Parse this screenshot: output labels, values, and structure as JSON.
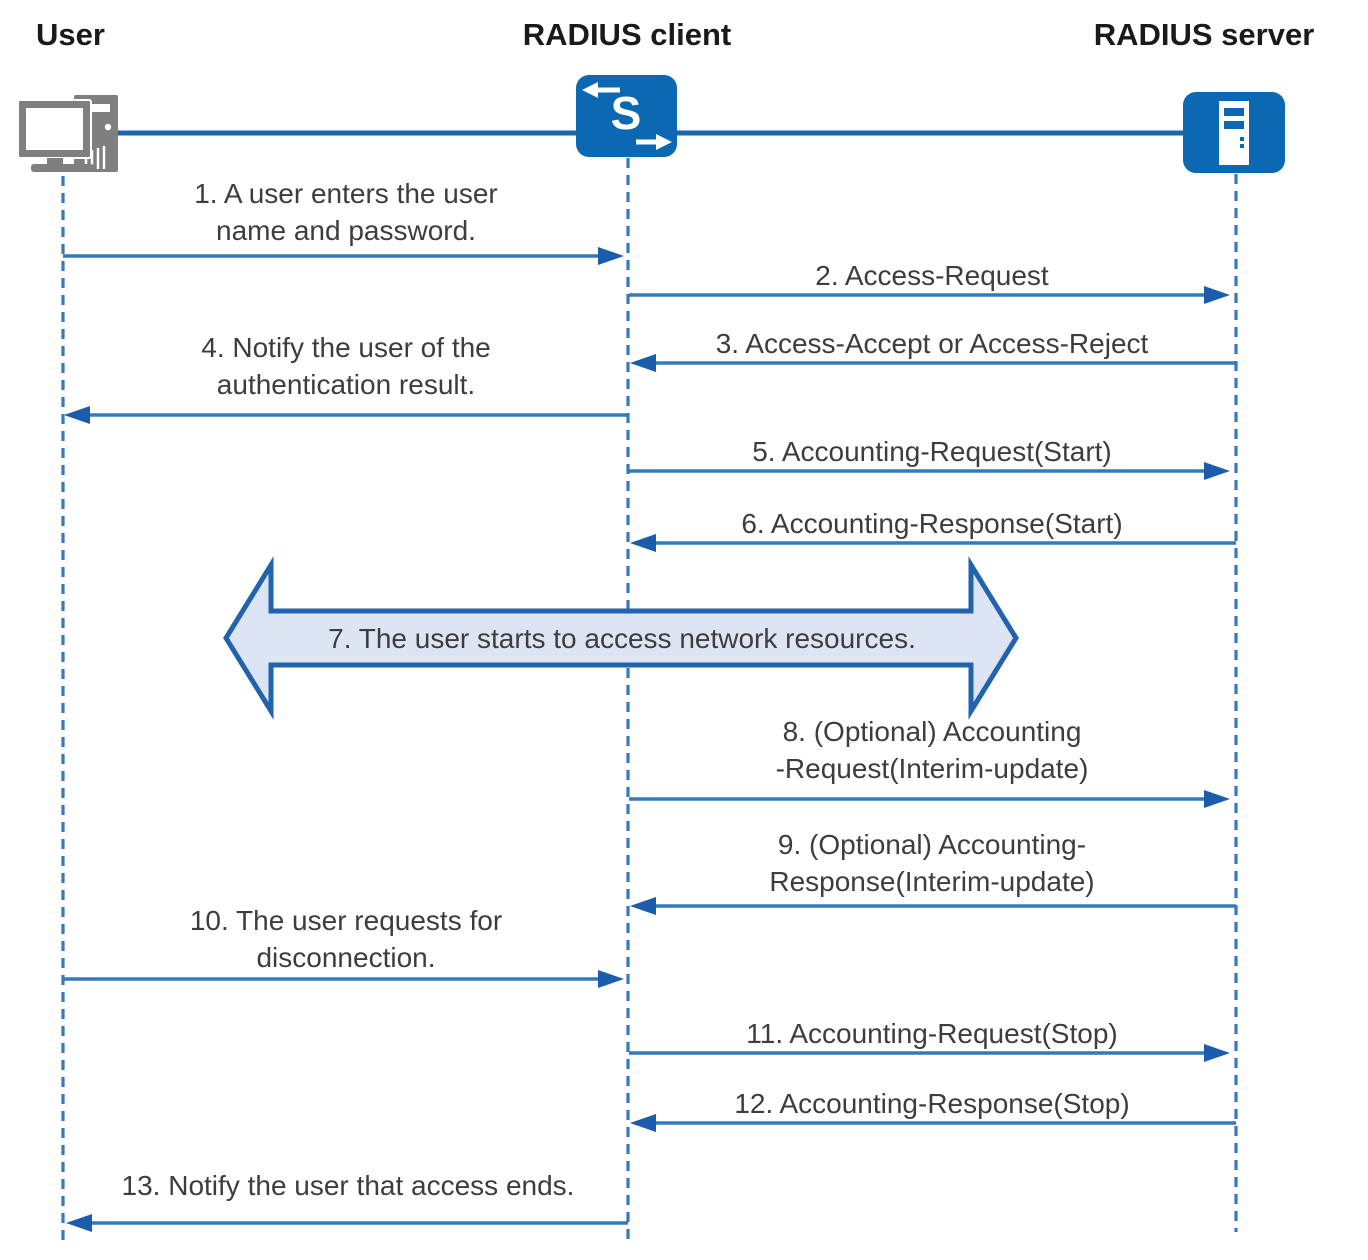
{
  "diagram_type": "sequence-diagram",
  "topic": "RADIUS authentication, authorization and accounting message exchange",
  "actors": [
    {
      "label": "User",
      "icon": "computer-icon"
    },
    {
      "label": "RADIUS client",
      "icon": "switch-icon"
    },
    {
      "label": "RADIUS server",
      "icon": "server-icon"
    }
  ],
  "switch_glyph": "S",
  "messages": [
    {
      "id": 1,
      "from": "user",
      "to": "client",
      "lines": [
        "1. A user enters the user",
        "name and password."
      ]
    },
    {
      "id": 2,
      "from": "client",
      "to": "server",
      "lines": [
        "2. Access-Request"
      ]
    },
    {
      "id": 3,
      "from": "server",
      "to": "client",
      "lines": [
        "3. Access-Accept or Access-Reject"
      ]
    },
    {
      "id": 4,
      "from": "client",
      "to": "user",
      "lines": [
        "4. Notify the user of the",
        "authentication result."
      ]
    },
    {
      "id": 5,
      "from": "client",
      "to": "server",
      "lines": [
        "5. Accounting-Request(Start)"
      ]
    },
    {
      "id": 6,
      "from": "server",
      "to": "client",
      "lines": [
        "6. Accounting-Response(Start)"
      ]
    },
    {
      "id": 7,
      "from": "user",
      "to": "server",
      "bidirectional": true,
      "lines": [
        "7. The user starts to access network resources."
      ]
    },
    {
      "id": 8,
      "from": "client",
      "to": "server",
      "lines": [
        "8. (Optional) Accounting",
        "-Request(Interim-update)"
      ]
    },
    {
      "id": 9,
      "from": "server",
      "to": "client",
      "lines": [
        "9. (Optional) Accounting-",
        "Response(Interim-update)"
      ]
    },
    {
      "id": 10,
      "from": "user",
      "to": "client",
      "lines": [
        "10. The user requests for",
        "disconnection."
      ]
    },
    {
      "id": 11,
      "from": "client",
      "to": "server",
      "lines": [
        "11. Accounting-Request(Stop)"
      ]
    },
    {
      "id": 12,
      "from": "server",
      "to": "client",
      "lines": [
        "12. Accounting-Response(Stop)"
      ]
    },
    {
      "id": 13,
      "from": "client",
      "to": "user",
      "lines": [
        "13. Notify the user that access ends."
      ]
    }
  ],
  "colors": {
    "arrow_line": "#3579bc",
    "arrow_head": "#1b5cab",
    "lifeline": "#3679bd",
    "top_connector": "#1e63ad",
    "icon_blue": "#0d68b4",
    "icon_gray": "#7f7f7f",
    "banner_fill": "#dde4f3",
    "banner_stroke": "#2163ac",
    "message_text": "#3d3d3d",
    "heading_text": "#1a1a1a"
  }
}
